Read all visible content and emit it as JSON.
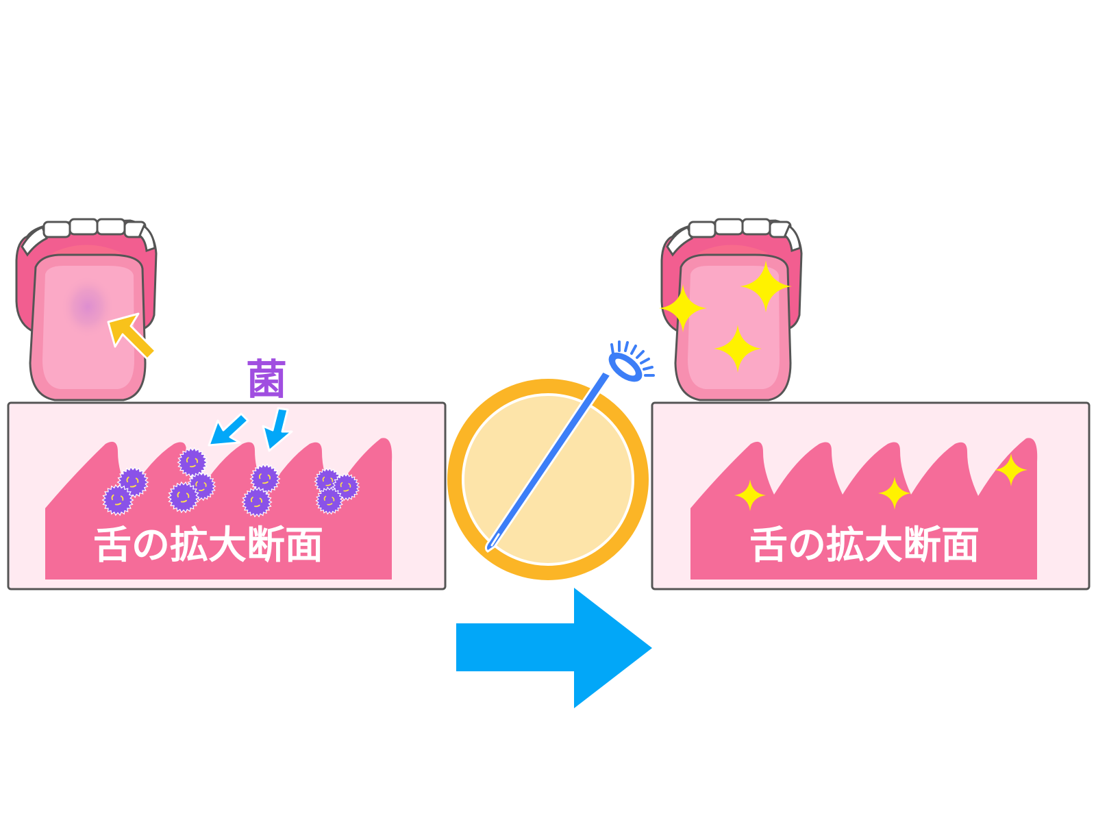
{
  "labels": {
    "bacteria": "菌",
    "section_before": "舌の拡大断面",
    "section_after": "舌の拡大断面"
  },
  "colors": {
    "tongue_pink": "#f78fb0",
    "tongue_light": "#fba9c6",
    "gum_pink": "#f25e90",
    "papillae_pink": "#f56c99",
    "panel_bg": "#ffeaf1",
    "panel_border": "#555555",
    "coating": "#dd8ed0",
    "bacteria_purple": "#8a52e8",
    "bacteria_label": "#a04ee0",
    "pointer_yellow": "#f8c21b",
    "sparkle_yellow": "#fff200",
    "arrow_blue": "#02a7f8",
    "scraper_blue": "#3c7ef7",
    "badge_ring": "#fbb526",
    "badge_fill": "#fde4a9"
  },
  "icons": {
    "before_tongue": "coated-tongue-icon",
    "after_tongue": "clean-tongue-icon",
    "tool": "tongue-scraper-icon",
    "arrow": "right-arrow-icon",
    "sparkle": "sparkle-icon",
    "germ": "germ-icon"
  }
}
